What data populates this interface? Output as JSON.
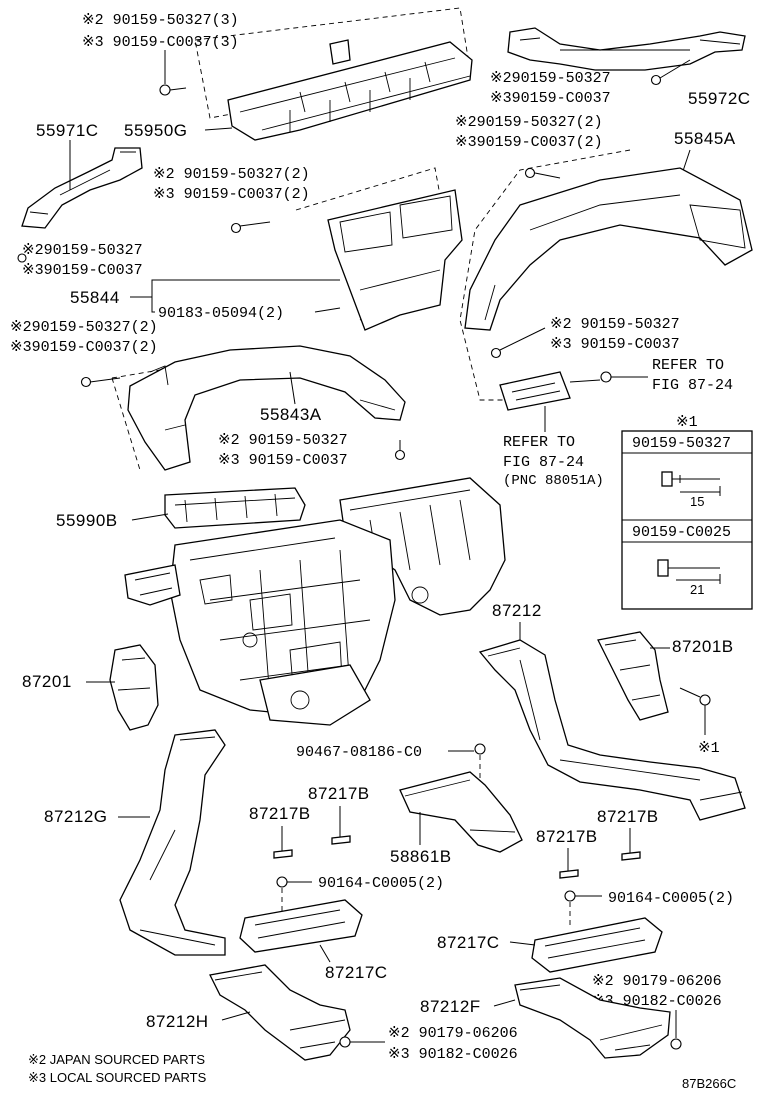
{
  "callouts": {
    "top_left": {
      "line1": "※2 90159-50327(3)",
      "line2": "※3 90159-C0037(3)"
    },
    "top_right": {
      "line1": "※290159-50327",
      "line2": "※390159-C0037"
    },
    "p55972c": "55972C",
    "p55971c": "55971C",
    "p55950g": "55950G",
    "mid_right": {
      "line1": "※290159-50327(2)",
      "line2": "※390159-C0037(2)"
    },
    "p55845a": "55845A",
    "mid_left": {
      "line1": "※2 90159-50327(2)",
      "line2": "※3 90159-C0037(2)"
    },
    "left_clip": {
      "line1": "※290159-50327",
      "line2": "※390159-C0037"
    },
    "p55844": "55844",
    "screw_90183": "90183-05094(2)",
    "left2": {
      "line1": "※290159-50327(2)",
      "line2": "※390159-C0037(2)"
    },
    "right_clip": {
      "line1": "※2 90159-50327",
      "line2": "※3 90159-C0037"
    },
    "refer1": {
      "line1": "REFER TO",
      "line2": "FIG 87-24"
    },
    "p55843a": "55843A",
    "center_clip": {
      "line1": "※2 90159-50327",
      "line2": "※3 90159-C0037"
    },
    "refer2": {
      "line1": "REFER TO",
      "line2": "FIG 87-24",
      "line3": "(PNC 88051A)"
    },
    "p55990b": "55990B",
    "p87212": "87212",
    "p87201b": "87201B",
    "p87201": "87201",
    "mark1": "※1",
    "clip_90467": "90467-08186-C0",
    "p87217b_a": "87217B",
    "p87217b_b": "87217B",
    "p87212g": "87212G",
    "p87217b_c": "87217B",
    "p87217b_d": "87217B",
    "p58861b": "58861B",
    "screw_90164_l": "90164-C0005(2)",
    "screw_90164_r": "90164-C0005(2)",
    "p87217c_r": "87217C",
    "p87217c_l": "87217C",
    "bottom_right_clip": {
      "line1": "※2 90179-06206",
      "line2": "※3 90182-C0026"
    },
    "p87212f": "87212F",
    "p87212h": "87212H",
    "bottom_center_clip": {
      "line1": "※2 90179-06206",
      "line2": "※3 90182-C0026"
    }
  },
  "inset": {
    "mark": "※1",
    "part_a": "90159-50327",
    "dim_a": "15",
    "part_b": "90159-C0025",
    "dim_b": "21"
  },
  "legend": {
    "japan": "※2 JAPAN SOURCED PARTS",
    "local": "※3 LOCAL SOURCED PARTS"
  },
  "figure_code": "87B266C"
}
